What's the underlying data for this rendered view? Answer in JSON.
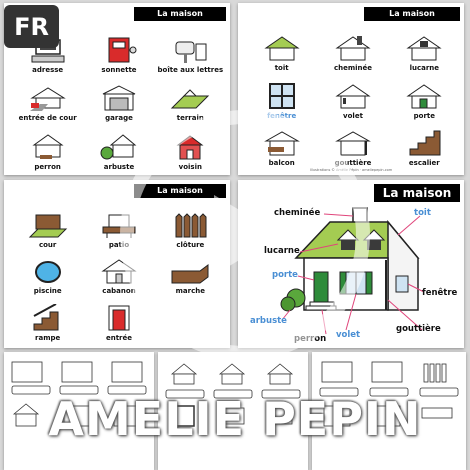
{
  "badge": "FR",
  "brand": "AMELIE PEPIN",
  "credit": "Illustrations © Amélie Pépin · ameliepepin.com",
  "pages": {
    "p1": {
      "title": "La maison",
      "labels": [
        "adresse",
        "sonnette",
        "boîte aux lettres",
        "entrée de cour",
        "garage",
        "terrain",
        "perron",
        "arbuste",
        "voisin"
      ]
    },
    "p2": {
      "title": "La maison",
      "labels": [
        "toit",
        "cheminée",
        "lucarne",
        "fenêtre",
        "volet",
        "porte",
        "balcon",
        "gouttière",
        "escalier"
      ]
    },
    "p3": {
      "title": "La maison",
      "labels": [
        "cour",
        "patio",
        "clôture",
        "piscine",
        "cabanon",
        "marche",
        "rampe",
        "entrée"
      ]
    },
    "p4": {
      "title": "La maison",
      "labels": {
        "cheminee": "cheminée",
        "toit": "toit",
        "lucarne": "lucarne",
        "porte": "porte",
        "fenetre": "fenêtre",
        "arbuste": "arbuste",
        "gouttiere": "gouttière",
        "volet": "volet",
        "perron": "perron"
      }
    }
  },
  "colors": {
    "roof_green": "#a4cc52",
    "door_red": "#d92b2b",
    "label_blue": "#4a8fd4",
    "pink_line": "#e0457b",
    "wood": "#8b5a34"
  }
}
